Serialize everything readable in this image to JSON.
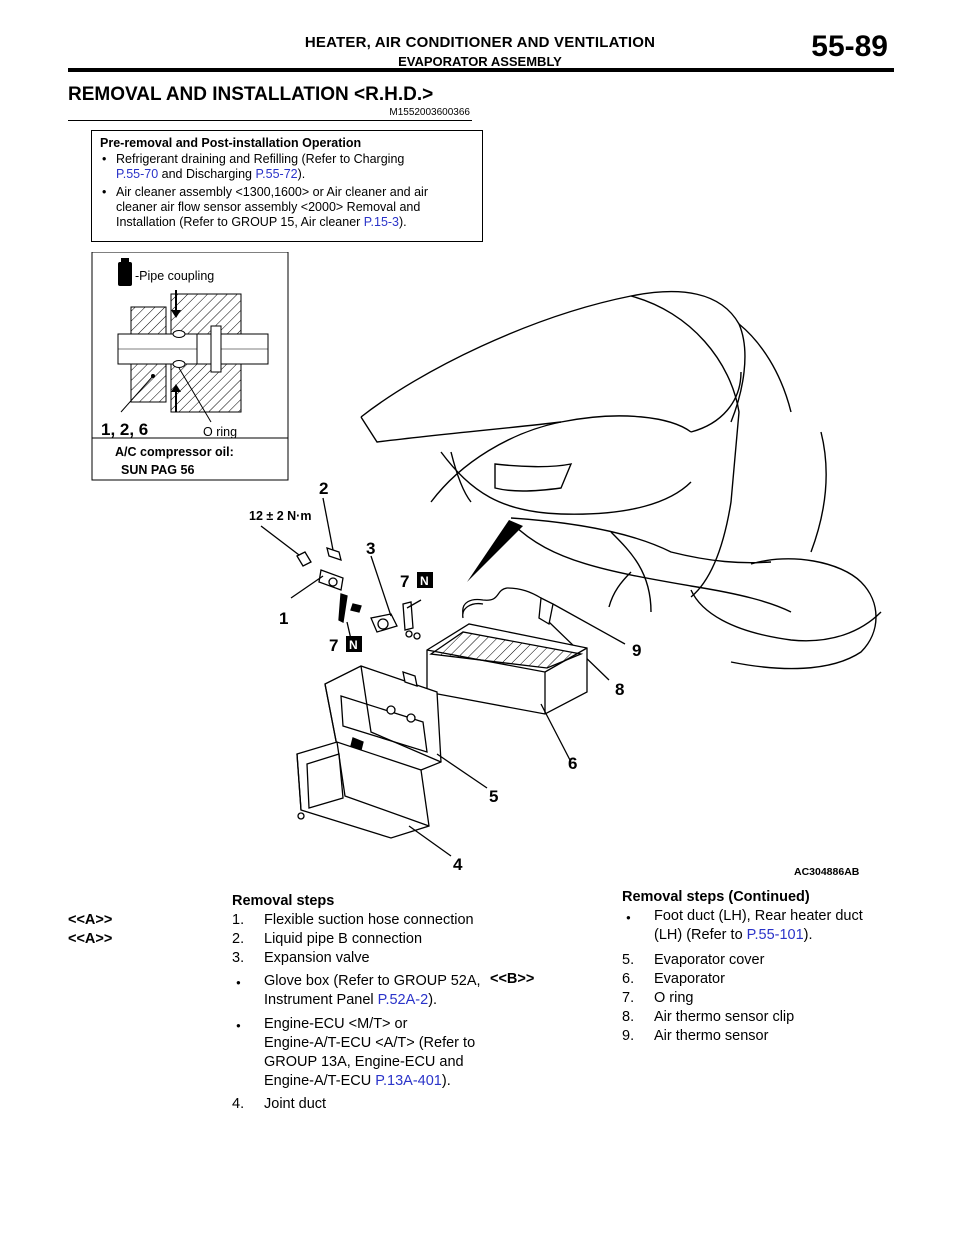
{
  "header": {
    "chapter": "HEATER, AIR CONDITIONER AND VENTILATION",
    "subtitle": "EVAPORATOR ASSEMBLY",
    "page": "55-89"
  },
  "section": {
    "title": "REMOVAL AND INSTALLATION <R.H.D.>",
    "code": "M1552003600366"
  },
  "pre_op": {
    "title": "Pre-removal and Post-installation Operation",
    "item1": {
      "a": "Refrigerant draining and Refilling (Refer to Charging",
      "link1": "P.55-70",
      "b": " and Discharging ",
      "link2": "P.55-72",
      "c": ")."
    },
    "item2": {
      "a": "Air cleaner assembly <1300,1600> or Air cleaner and air",
      "b": "cleaner air flow sensor assembly <2000> Removal and",
      "c": "Installation (Refer to GROUP 15, Air cleaner ",
      "link": "P.15-3",
      "d": ")."
    }
  },
  "figure": {
    "pipe_coupling": "-Pipe coupling",
    "o_ring": "O ring",
    "parts_label": "1, 2, 6",
    "oil_title": "A/C compressor oil:",
    "oil_value": "SUN PAG 56",
    "torque": "12 ± 2 N·m",
    "callout_1": "1",
    "callout_2": "2",
    "callout_3": "3",
    "callout_4": "4",
    "callout_5": "5",
    "callout_6": "6",
    "callout_7a": "7",
    "callout_7b": "7",
    "callout_8": "8",
    "callout_9": "9",
    "n_badge": "N",
    "fig_code": "AC304886AB"
  },
  "steps_left": {
    "title": "Removal steps",
    "s1": {
      "mark": "<<A>>",
      "num": "1.",
      "text": "Flexible suction hose connection"
    },
    "s2": {
      "mark": "<<A>>",
      "num": "2.",
      "text": "Liquid pipe B connection"
    },
    "s3": {
      "num": "3.",
      "text": "Expansion valve"
    },
    "b1": {
      "l1": "Glove box (Refer to GROUP 52A,",
      "l2": "Instrument Panel ",
      "link": "P.52A-2",
      "end": ")."
    },
    "b2": {
      "l1": "Engine-ECU <M/T> or",
      "l2": "Engine-A/T-ECU <A/T> (Refer to",
      "l3": "GROUP 13A, Engine-ECU and",
      "l4": "Engine-A/T-ECU ",
      "link": "P.13A-401",
      "end": ")."
    },
    "s4": {
      "num": "4.",
      "text": "Joint duct"
    }
  },
  "steps_right": {
    "title": "Removal steps (Continued)",
    "b1": {
      "l1": "Foot duct (LH), Rear heater duct",
      "l2": "(LH) (Refer to ",
      "link": "P.55-101",
      "end": ")."
    },
    "s5": {
      "num": "5.",
      "text": "Evaporator cover"
    },
    "s6": {
      "mark": "<<B>>",
      "num": "6.",
      "text": "Evaporator"
    },
    "s7": {
      "num": "7.",
      "text": "O ring"
    },
    "s8": {
      "num": "8.",
      "text": "Air thermo sensor clip"
    },
    "s9": {
      "num": "9.",
      "text": "Air thermo sensor"
    }
  }
}
